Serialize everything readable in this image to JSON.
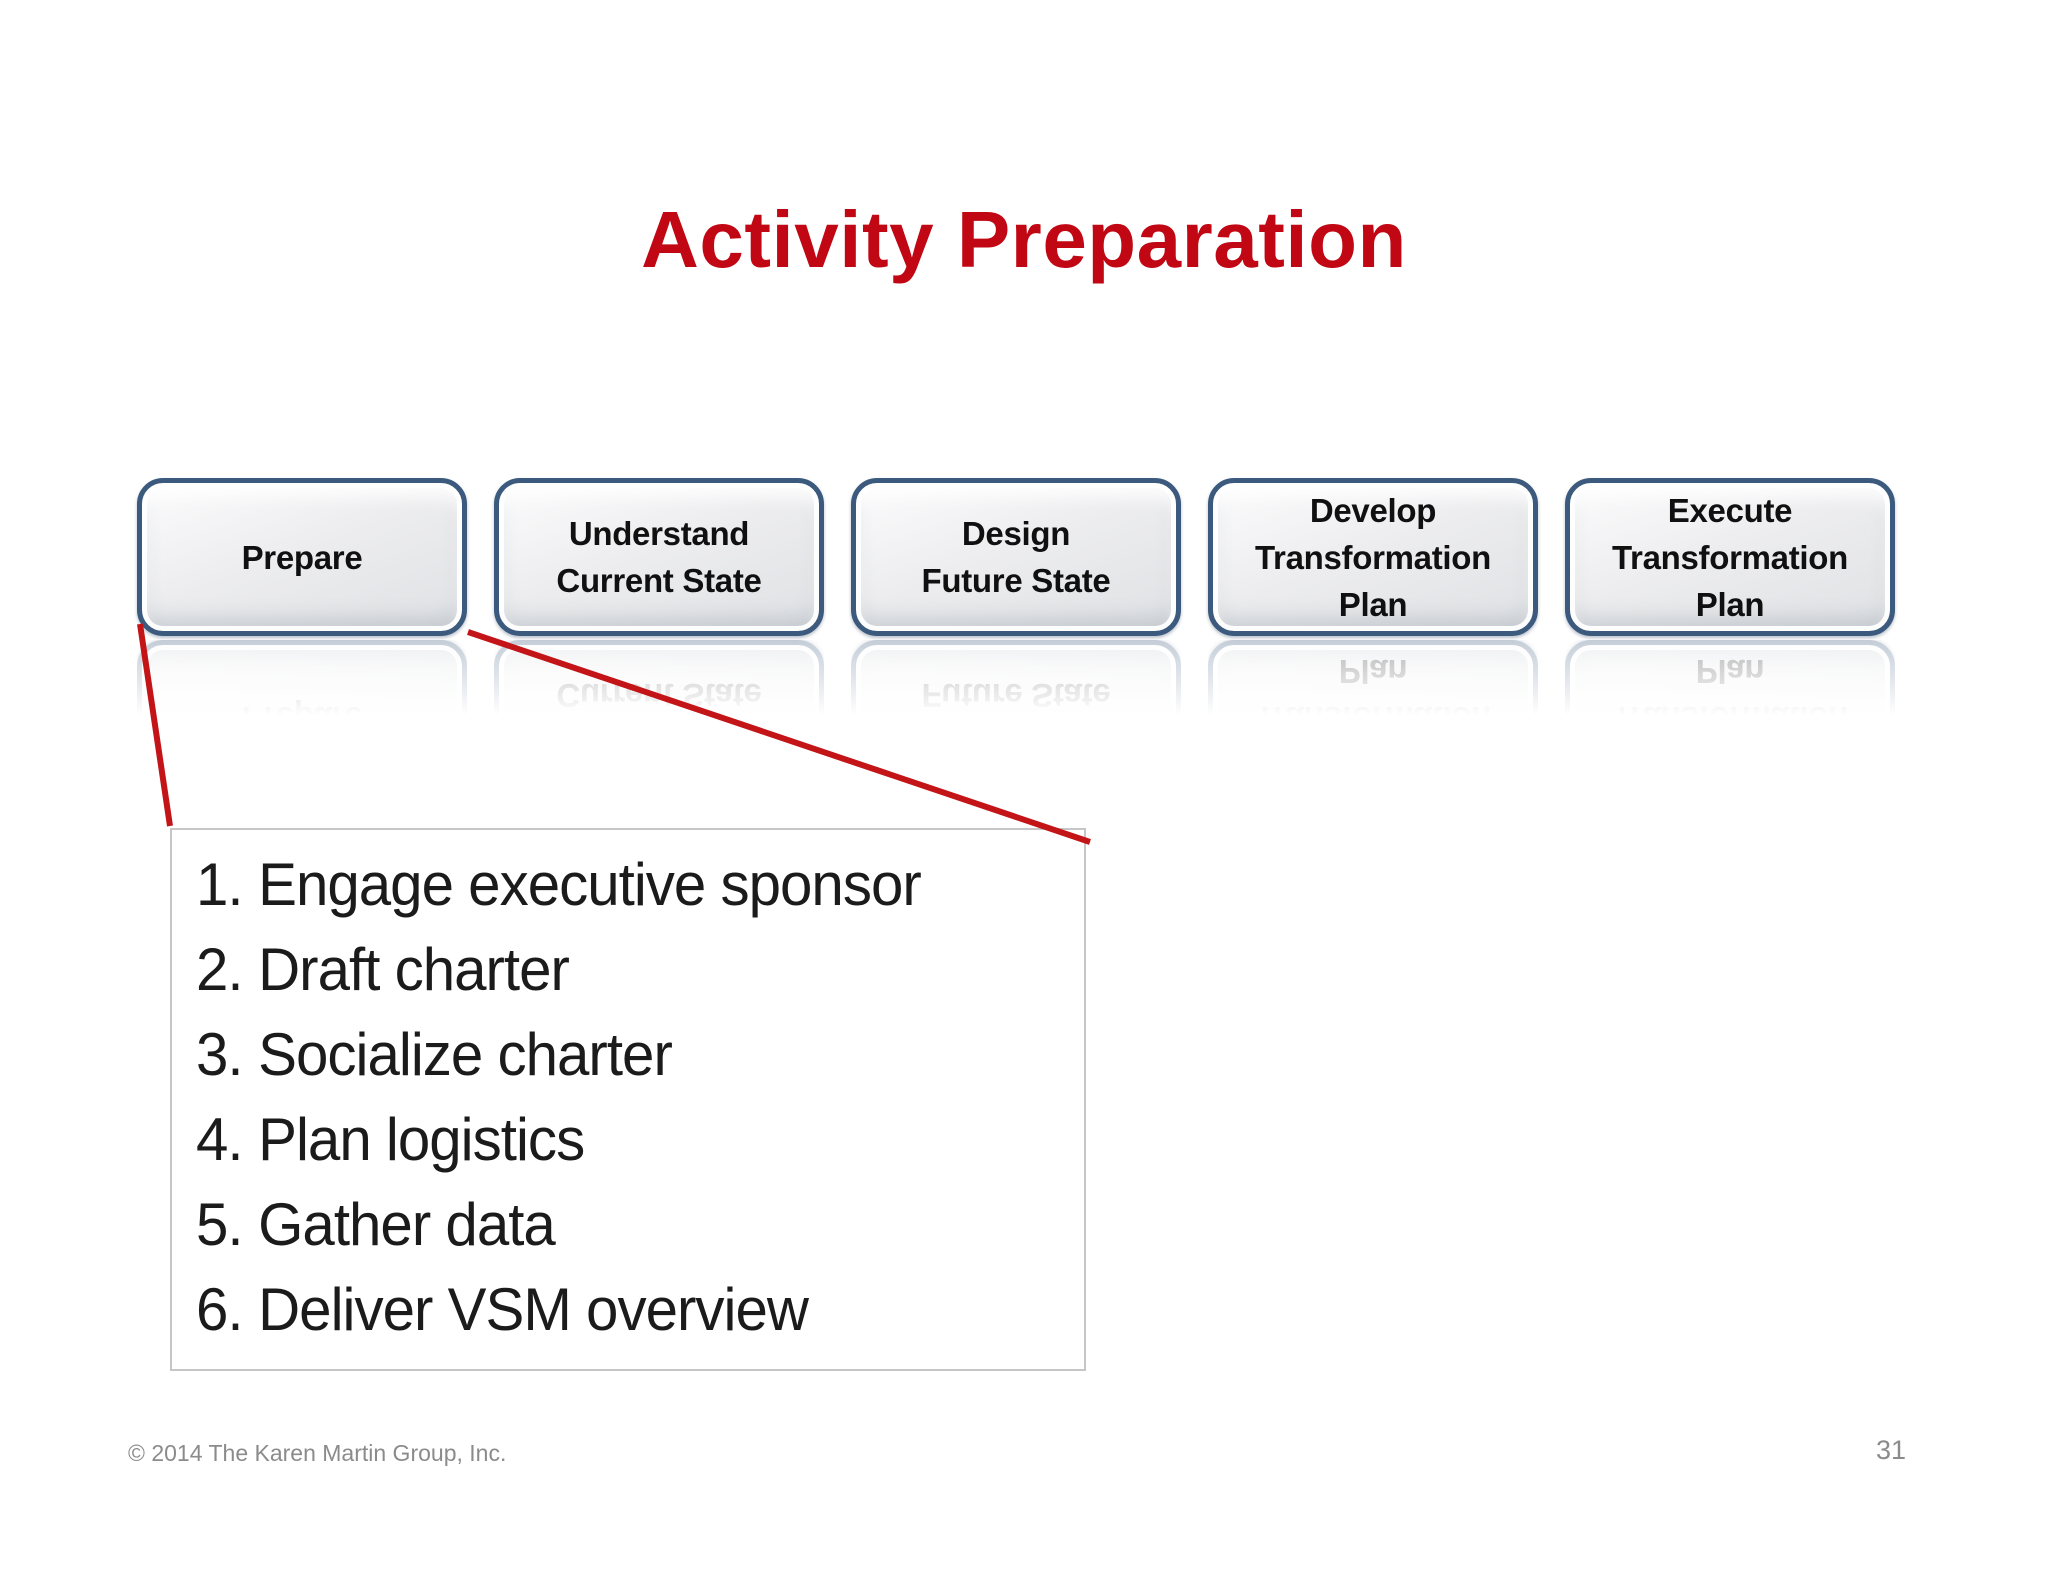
{
  "slide": {
    "title": "Activity Preparation",
    "footer": "© 2014 The Karen Martin Group, Inc.",
    "page_number": "31"
  },
  "colors": {
    "title_red": "#C00713",
    "callout_red": "#C31418",
    "box_border_blue": "#3C5A7D",
    "box_fill_gray": "#E7E9EB",
    "footer_gray": "#8B8B8B",
    "list_text": "#1B1B1B"
  },
  "process_steps": [
    {
      "label": "Prepare"
    },
    {
      "label": "Understand\nCurrent State"
    },
    {
      "label": "Design\nFuture State"
    },
    {
      "label": "Develop\nTransformation\nPlan"
    },
    {
      "label": "Execute\nTransformation\nPlan"
    }
  ],
  "prepare_list": {
    "items": [
      {
        "num": "1.",
        "text": "Engage executive sponsor"
      },
      {
        "num": "2.",
        "text": "Draft charter"
      },
      {
        "num": "3.",
        "text": "Socialize charter"
      },
      {
        "num": "4.",
        "text": "Plan logistics"
      },
      {
        "num": "5.",
        "text": "Gather data"
      },
      {
        "num": "6.",
        "text": "Deliver VSM overview"
      }
    ]
  }
}
